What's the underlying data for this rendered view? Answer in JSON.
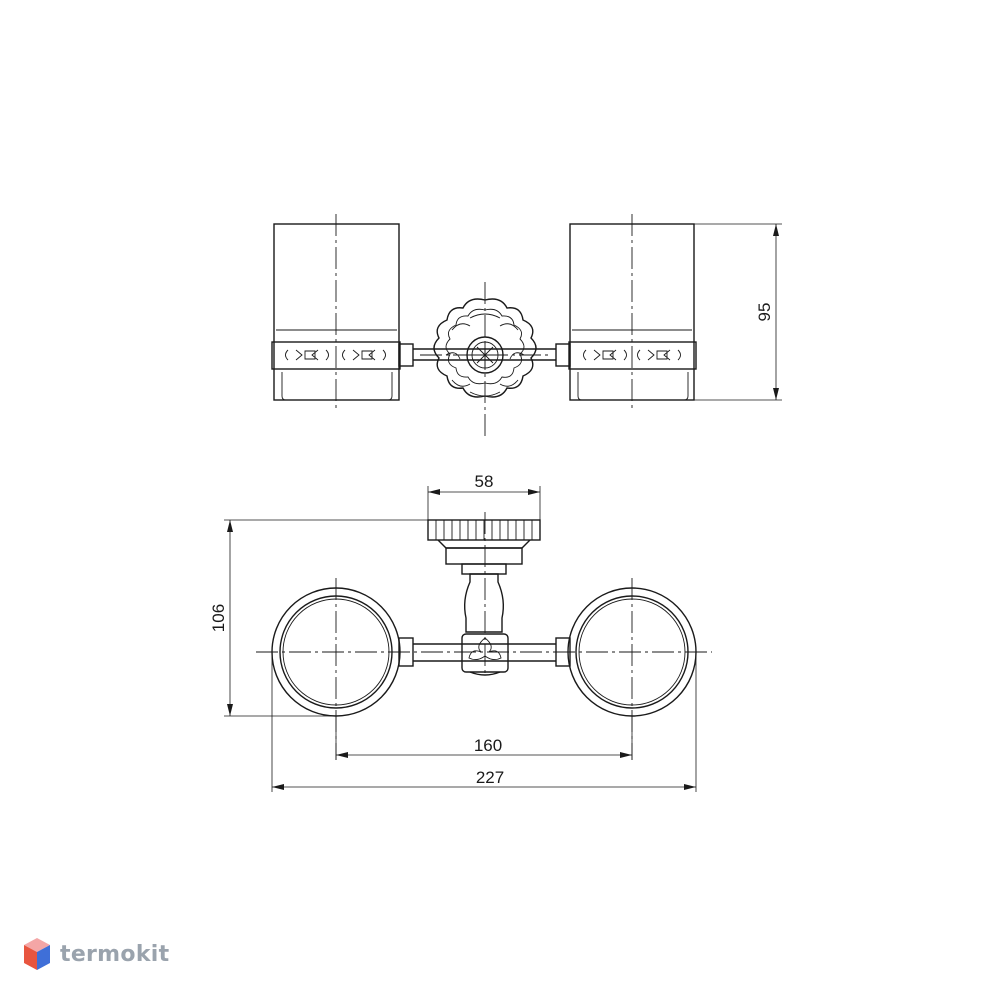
{
  "dimensions": {
    "height_front": "95",
    "mount_width": "58",
    "depth": "106",
    "center_distance": "160",
    "overall_width": "227"
  },
  "logo": {
    "text": "termokit",
    "text_color": "#9aa3ad",
    "mark_colors": {
      "top": "#f4a6a6",
      "left": "#e8553f",
      "right": "#3f6fd8"
    }
  }
}
